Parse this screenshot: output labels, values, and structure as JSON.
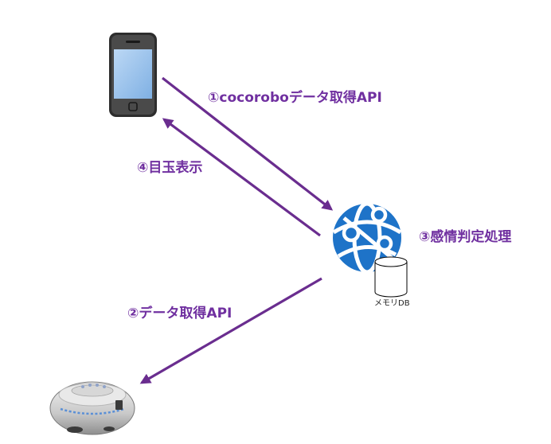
{
  "colors": {
    "arrow": "#6a2d8f",
    "label": "#7030a0",
    "globe": "#1e73c8",
    "phone_body": "#2d2d2d",
    "phone_screen": "#9fc4ec"
  },
  "nodes": {
    "phone": {
      "icon": "smartphone-icon"
    },
    "server": {
      "icon": "web-globe-icon",
      "db_icon": "database-cylinder-icon",
      "db_label": "メモリDB"
    },
    "robot": {
      "icon": "robot-cleaner-icon"
    }
  },
  "steps": [
    {
      "num": "①",
      "text": "cocoroboデータ取得API"
    },
    {
      "num": "②",
      "text": "データ取得API"
    },
    {
      "num": "③",
      "text": "感情判定処理"
    },
    {
      "num": "④",
      "text": "目玉表示"
    }
  ]
}
